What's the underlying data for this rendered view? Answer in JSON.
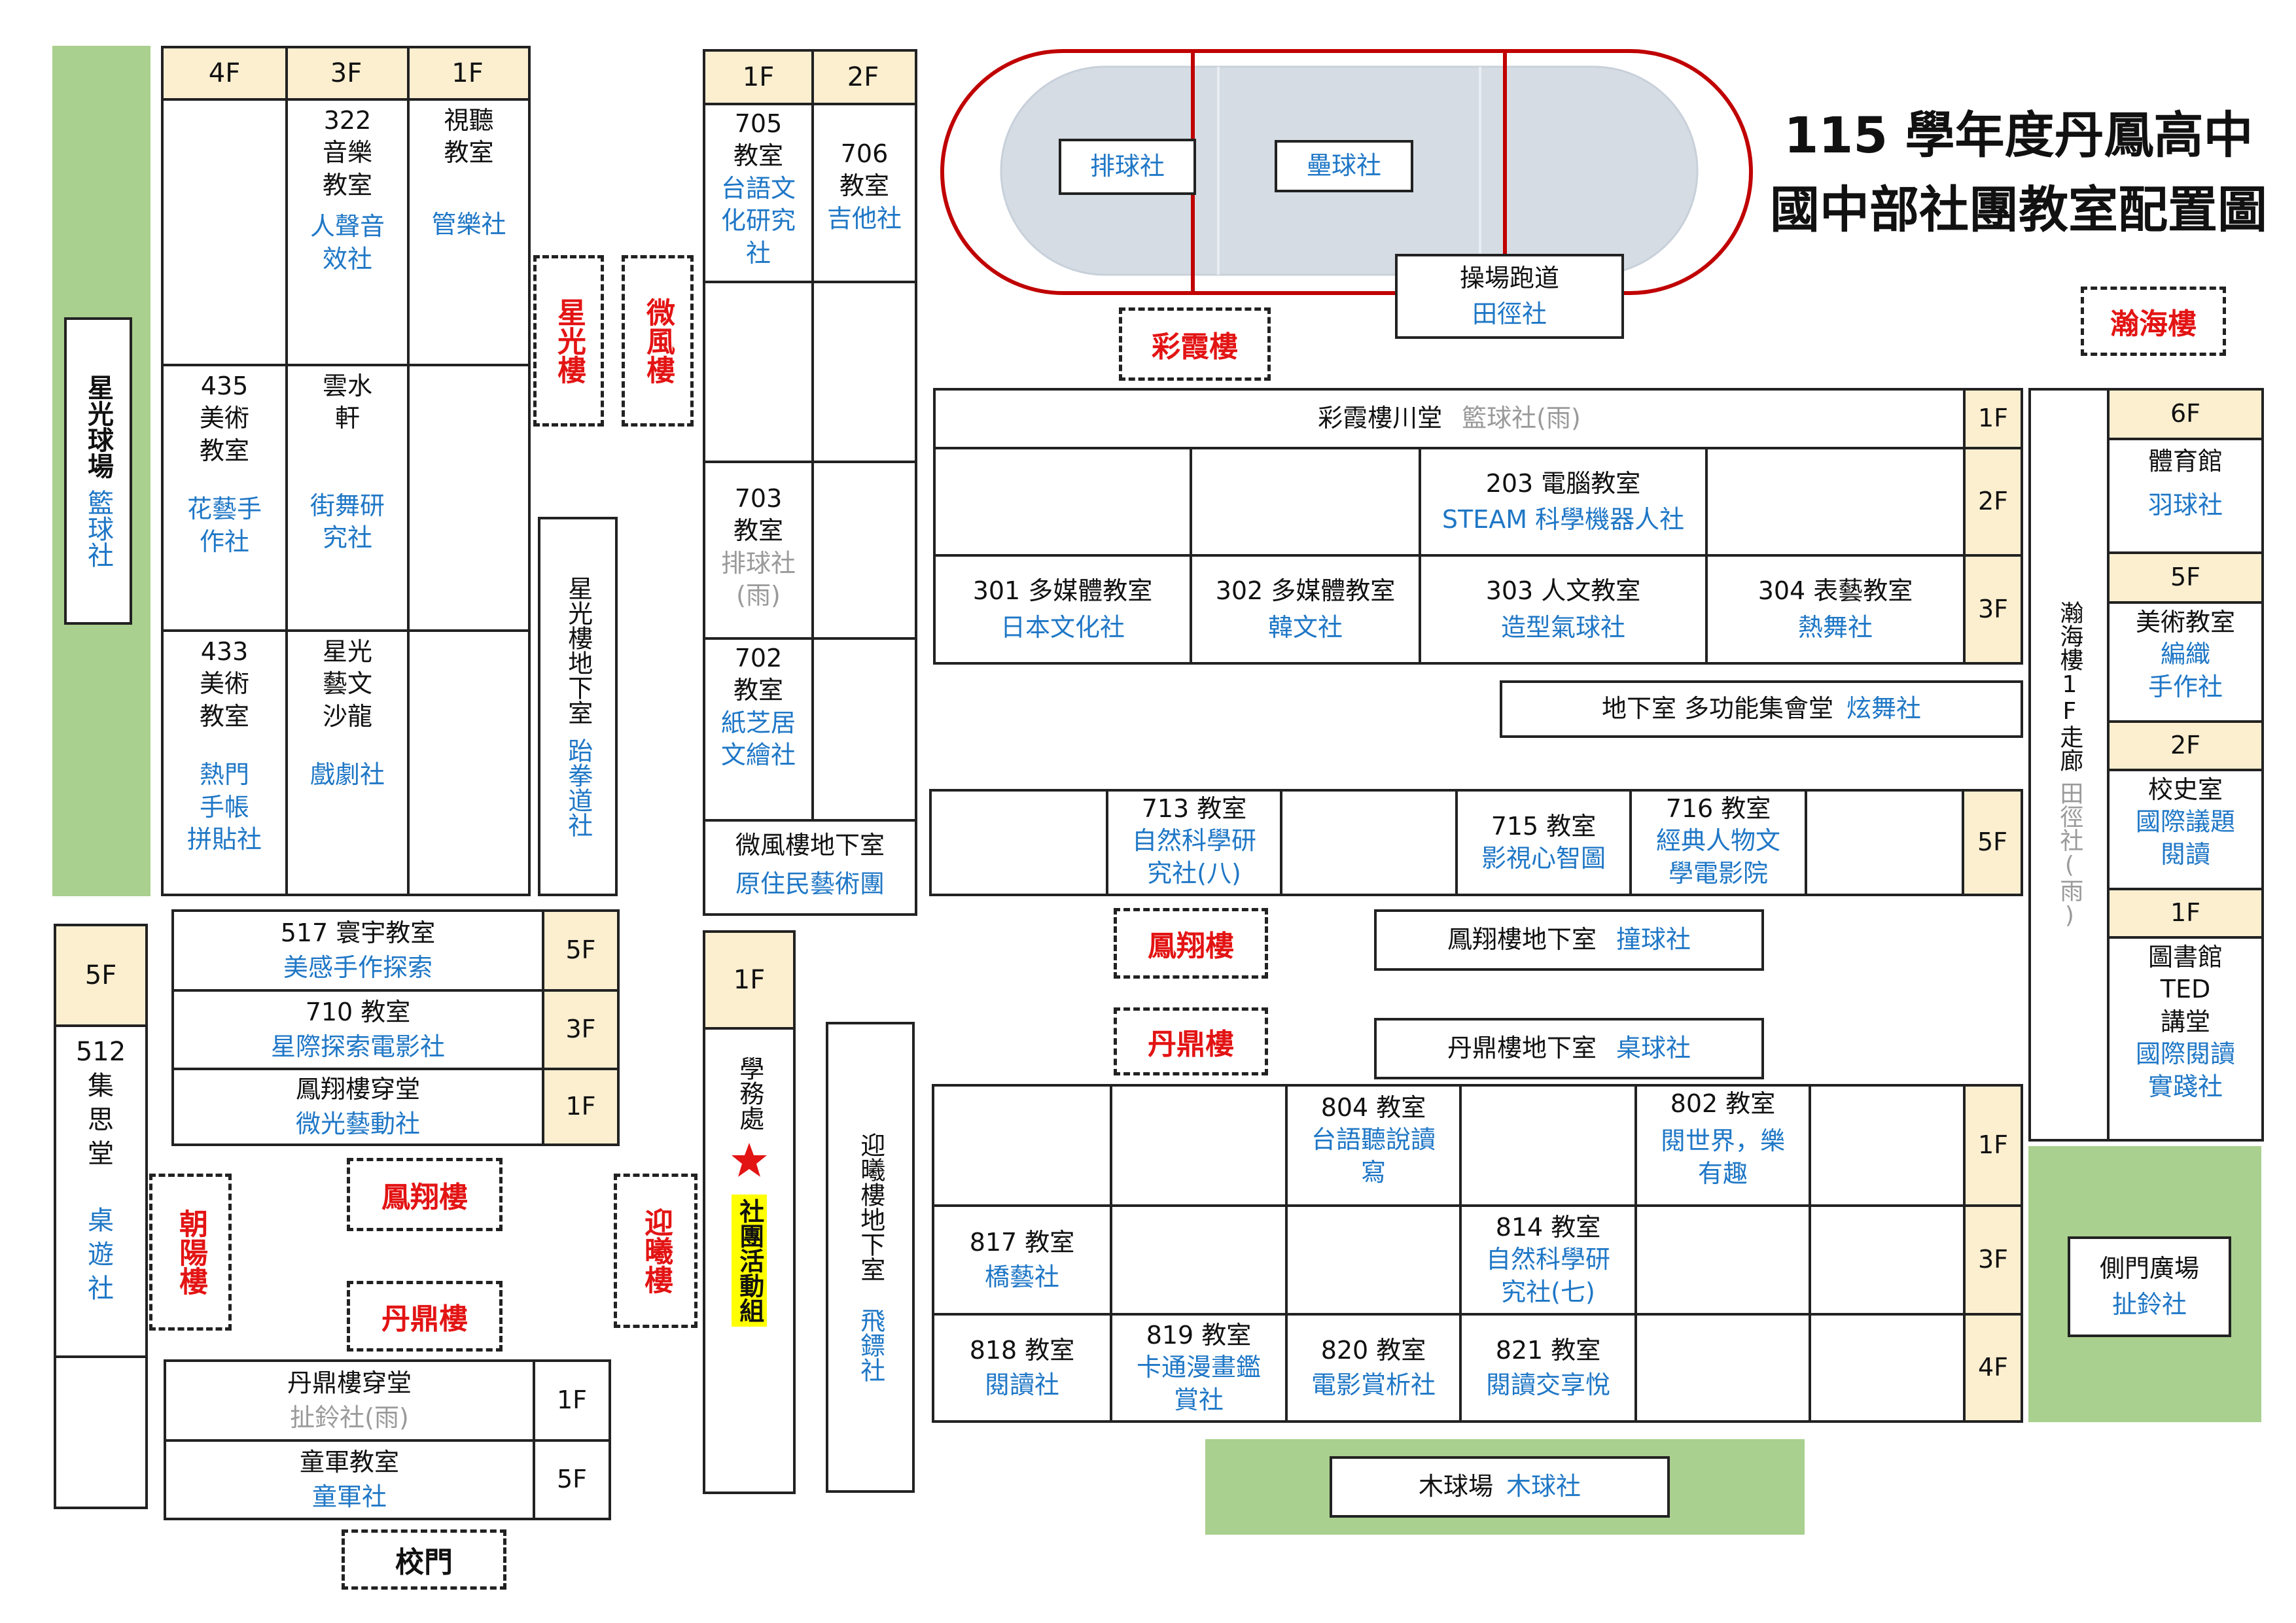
{
  "title": {
    "line1": "115 學年度丹鳳高中",
    "line2": "國中部社團教室配置圖"
  },
  "colors": {
    "accent_red": "#e31414",
    "club_blue": "#1f77c6",
    "floor_header": "#fcefd0",
    "field_green": "#a9d08e",
    "rain_gray": "#9a9a9a"
  },
  "icons": {
    "office_marker": "star-icon"
  },
  "xingguang_court": {
    "name": "星光球場",
    "club": "籃球社"
  },
  "building_A": {
    "floors": [
      "4F",
      "3F",
      "1F"
    ],
    "r1": {
      "c2_room": "322\n音樂\n教室",
      "c2_club": "人聲音\n效社",
      "c3_room": "視聽\n教室",
      "c3_club": "管樂社"
    },
    "r2": {
      "c1_room": "435\n美術\n教室",
      "c1_club": "花藝手\n作社",
      "c2_room": "雲水\n軒",
      "c2_club": "街舞研\n究社"
    },
    "r3": {
      "c1_room": "433\n美術\n教室",
      "c1_club": "熱門\n手帳\n拼貼社",
      "c2_room": "星光\n藝文\n沙龍",
      "c2_club": "戲劇社"
    }
  },
  "xingguang_label": "星光樓",
  "weifeng_label": "微風樓",
  "xingguang_basement": {
    "name": "星光樓地下室",
    "club": "跆拳道社"
  },
  "building_B": {
    "floors": [
      "1F",
      "2F"
    ],
    "r1": {
      "c1_room": "705\n教室",
      "c1_club": "台語文\n化研究\n社",
      "c2_room": "706\n教室",
      "c2_club": "吉他社"
    },
    "r3": {
      "c1_room": "703\n教室",
      "c1_club": "排球社\n(雨)"
    },
    "r4": {
      "c1_room": "702\n教室",
      "c1_club": "紙芝居\n文繪社"
    },
    "basement": {
      "name": "微風樓地下室",
      "club": "原住民藝術團"
    }
  },
  "field": {
    "volleyball": "排球社",
    "softball": "壘球社",
    "track_name": "操場跑道",
    "track_club": "田徑社"
  },
  "caixia_label": "彩霞樓",
  "hanhai_label": "瀚海樓",
  "caixia": {
    "f1": {
      "name": "彩霞樓川堂",
      "club": "籃球社(雨)",
      "floor": "1F"
    },
    "f2": {
      "room": "203 電腦教室",
      "club": "STEAM 科學機器人社",
      "floor": "2F"
    },
    "f3": {
      "floor": "3F",
      "rooms": [
        {
          "room": "301 多媒體教室",
          "club": "日本文化社"
        },
        {
          "room": "302 多媒體教室",
          "club": "韓文社"
        },
        {
          "room": "303 人文教室",
          "club": "造型氣球社"
        },
        {
          "room": "304 表藝教室",
          "club": "熱舞社"
        }
      ]
    },
    "basement": {
      "name": "地下室 多功能集會堂",
      "club": "炫舞社"
    }
  },
  "row713": {
    "floor": "5F",
    "r713": {
      "room": "713 教室",
      "club": "自然科學研\n究社(八)"
    },
    "r715": {
      "room": "715 教室",
      "club": "影視心智圖"
    },
    "r716": {
      "room": "716 教室",
      "club": "經典人物文\n學電影院"
    }
  },
  "fengxiang_label": "鳳翔樓",
  "danding_label": "丹鼎樓",
  "fengxiang_basement": {
    "name": "鳳翔樓地下室",
    "club": "撞球社"
  },
  "danding_basement": {
    "name": "丹鼎樓地下室",
    "club": "桌球社"
  },
  "hanhai": {
    "corridor": {
      "name": "瀚海樓1F走廊",
      "club": "田徑社(雨)"
    },
    "f6": {
      "floor": "6F",
      "room": "體育館",
      "club": "羽球社"
    },
    "f5": {
      "floor": "5F",
      "room": "美術教室",
      "club": "編織\n手作社"
    },
    "f2": {
      "floor": "2F",
      "room": "校史室",
      "club": "國際議題\n閱讀"
    },
    "f1": {
      "floor": "1F",
      "room": "圖書館\nTED\n講堂",
      "club": "國際閱讀\n實踐社"
    }
  },
  "side_gate": {
    "name": "側門廣場",
    "club": "扯鈴社"
  },
  "block8": {
    "floors": [
      "1F",
      "3F",
      "4F"
    ],
    "r804": {
      "room": "804 教室",
      "club": "台語聽說讀\n寫"
    },
    "r802": {
      "room": "802 教室",
      "club": "閱世界，樂\n有趣"
    },
    "r817": {
      "room": "817 教室",
      "club": "橋藝社"
    },
    "r814": {
      "room": "814 教室",
      "club": "自然科學研\n究社(七)"
    },
    "r818": {
      "room": "818 教室",
      "club": "閱讀社"
    },
    "r819": {
      "room": "819 教室",
      "club": "卡通漫畫鑑\n賞社"
    },
    "r820": {
      "room": "820 教室",
      "club": "電影賞析社"
    },
    "r821": {
      "room": "821 教室",
      "club": "閱讀交享悅"
    }
  },
  "wood_field": {
    "name": "木球場",
    "club": "木球社"
  },
  "hall512": {
    "floor": "5F",
    "room": "512\n集\n思\n堂",
    "club": "桌\n遊\n社"
  },
  "left_stack": {
    "r517": {
      "room": "517 寰宇教室",
      "club": "美感手作探索",
      "floor": "5F"
    },
    "r710": {
      "room": "710 教室",
      "club": "星際探索電影社",
      "floor": "3F"
    },
    "hallway": {
      "room": "鳳翔樓穿堂",
      "club": "微光藝動社",
      "floor": "1F"
    }
  },
  "chaoyang_label": "朝陽樓",
  "yingxi_label": "迎曦樓",
  "lower_stack": {
    "hallway": {
      "room": "丹鼎樓穿堂",
      "club": "扯鈴社(雨)",
      "floor": "1F"
    },
    "scout": {
      "room": "童軍教室",
      "club": "童軍社",
      "floor": "5F"
    }
  },
  "school_gate": "校門",
  "office": {
    "floor": "1F",
    "name": "學務處",
    "unit": "社團活動組"
  },
  "yingxi_basement": {
    "name": "迎曦樓地下室",
    "club": "飛鏢社"
  }
}
